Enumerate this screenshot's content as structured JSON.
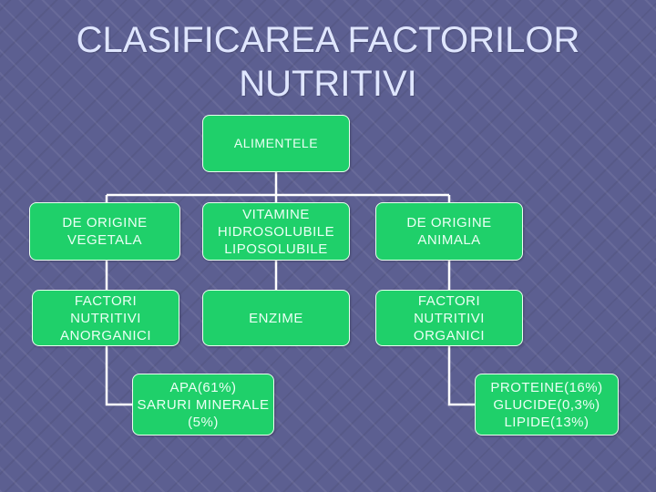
{
  "title": "CLASIFICAREA FACTORILOR\nNUTRITIVI",
  "colors": {
    "background": "#5c5f91",
    "node_fill": "#1fd06a",
    "node_border": "#eafff0",
    "node_text": "#eafff4",
    "connector": "#ffffff",
    "title": "#dfe6ff"
  },
  "nodes": {
    "root": "ALIMENTELE",
    "vegetal": "DE ORIGINE\nVEGETALA",
    "vitamine": "VITAMINE\nHIDROSOLUBILE\nLIPOSOLUBILE",
    "animal": "DE ORIGINE\nANIMALA",
    "anorganici": "FACTORI\nNUTRITIVI\nANORGANICI",
    "enzime": "ENZIME",
    "organici": "FACTORI\nNUTRITIVI\nORGANICI",
    "apa": "APA(61%)\nSARURI MINERALE\n(5%)",
    "proteine": "PROTEINE(16%)\nGLUCIDE(0,3%)\nLIPIDE(13%)"
  }
}
